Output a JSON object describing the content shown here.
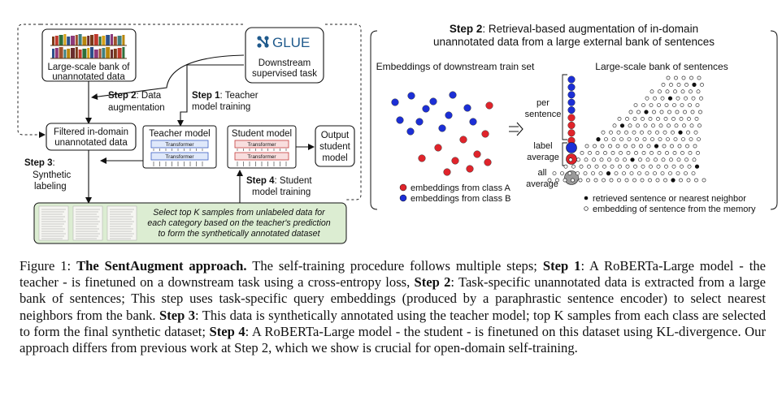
{
  "left_panel": {
    "bank_label": [
      "Large-scale bank of",
      "unannotated data"
    ],
    "glue_logo": "GLUE",
    "task_label": [
      "Downstream",
      "supervised task"
    ],
    "step1": {
      "bold": "Step 1",
      "rest": ": Teacher",
      "line2": "model training"
    },
    "step2": {
      "bold": "Step 2",
      "rest": ": Data",
      "line2": "augmentation"
    },
    "filtered_label": [
      "Filtered in-domain",
      "unannotated data"
    ],
    "teacher_title": "Teacher model",
    "student_title": "Student model",
    "transformer": "Transformer",
    "output_label": [
      "Output",
      "student",
      "model"
    ],
    "step3": {
      "bold": "Step 3",
      "rest": ":",
      "line2": "Synthetic",
      "line3": "labeling"
    },
    "step4": {
      "bold": "Step 4",
      "rest": ": Student",
      "line2": "model training"
    },
    "select_text": [
      "Select top K samples from unlabeled data for",
      "each category based on the teacher's prediction",
      "to form the synthetically annotated dataset"
    ]
  },
  "right_panel": {
    "step2_heading": {
      "bold": "Step 2",
      "rest": ": Retrieval-based augmentation of in-domain",
      "line2": "unannotated data from a large external bank of sentences"
    },
    "embeddings_title": "Embeddings of downstream train set",
    "bank_title": "Large-scale bank of sentences",
    "legend_a": "embeddings from class A",
    "legend_b": "embeddings from class B",
    "per_sentence": [
      "per",
      "sentence"
    ],
    "label_average": [
      "label",
      "average"
    ],
    "all_average": [
      "all",
      "average"
    ],
    "legend_retrieved": "retrieved sentence or nearest neighbor",
    "legend_memory": "embedding of sentence from the memory"
  },
  "colors": {
    "class_a": "#e0242b",
    "class_b": "#1c2fd6",
    "select_box": "#dcedd2",
    "glue": "#1f5a8c",
    "grey_avg": "#9a9a9a"
  },
  "caption": {
    "figure_num": "Figure 1:",
    "title": "The SentAugment approach.",
    "p1": "The self-training procedure follows multiple steps;",
    "s1": "Step 1",
    "p2": ": A RoBERTa-Large model - the teacher - is finetuned on a downstream task using a cross-entropy loss,",
    "s2": "Step 2",
    "p3": ": Task-specific unannotated data is extracted from a large bank of sentences; This step uses task-specific query embeddings (produced by a paraphrastic sentence encoder) to select nearest neighbors from the bank.",
    "s3": "Step 3",
    "p4": ": This data is synthetically annotated using the teacher model; top K samples from each class are selected to form the final synthetic dataset;",
    "s4": "Step 4",
    "p5": ": A RoBERTa-Large model - the student - is finetuned on this dataset using KL-divergence. Our approach differs from previous work at Step 2, which we show is crucial for open-domain self-training."
  }
}
